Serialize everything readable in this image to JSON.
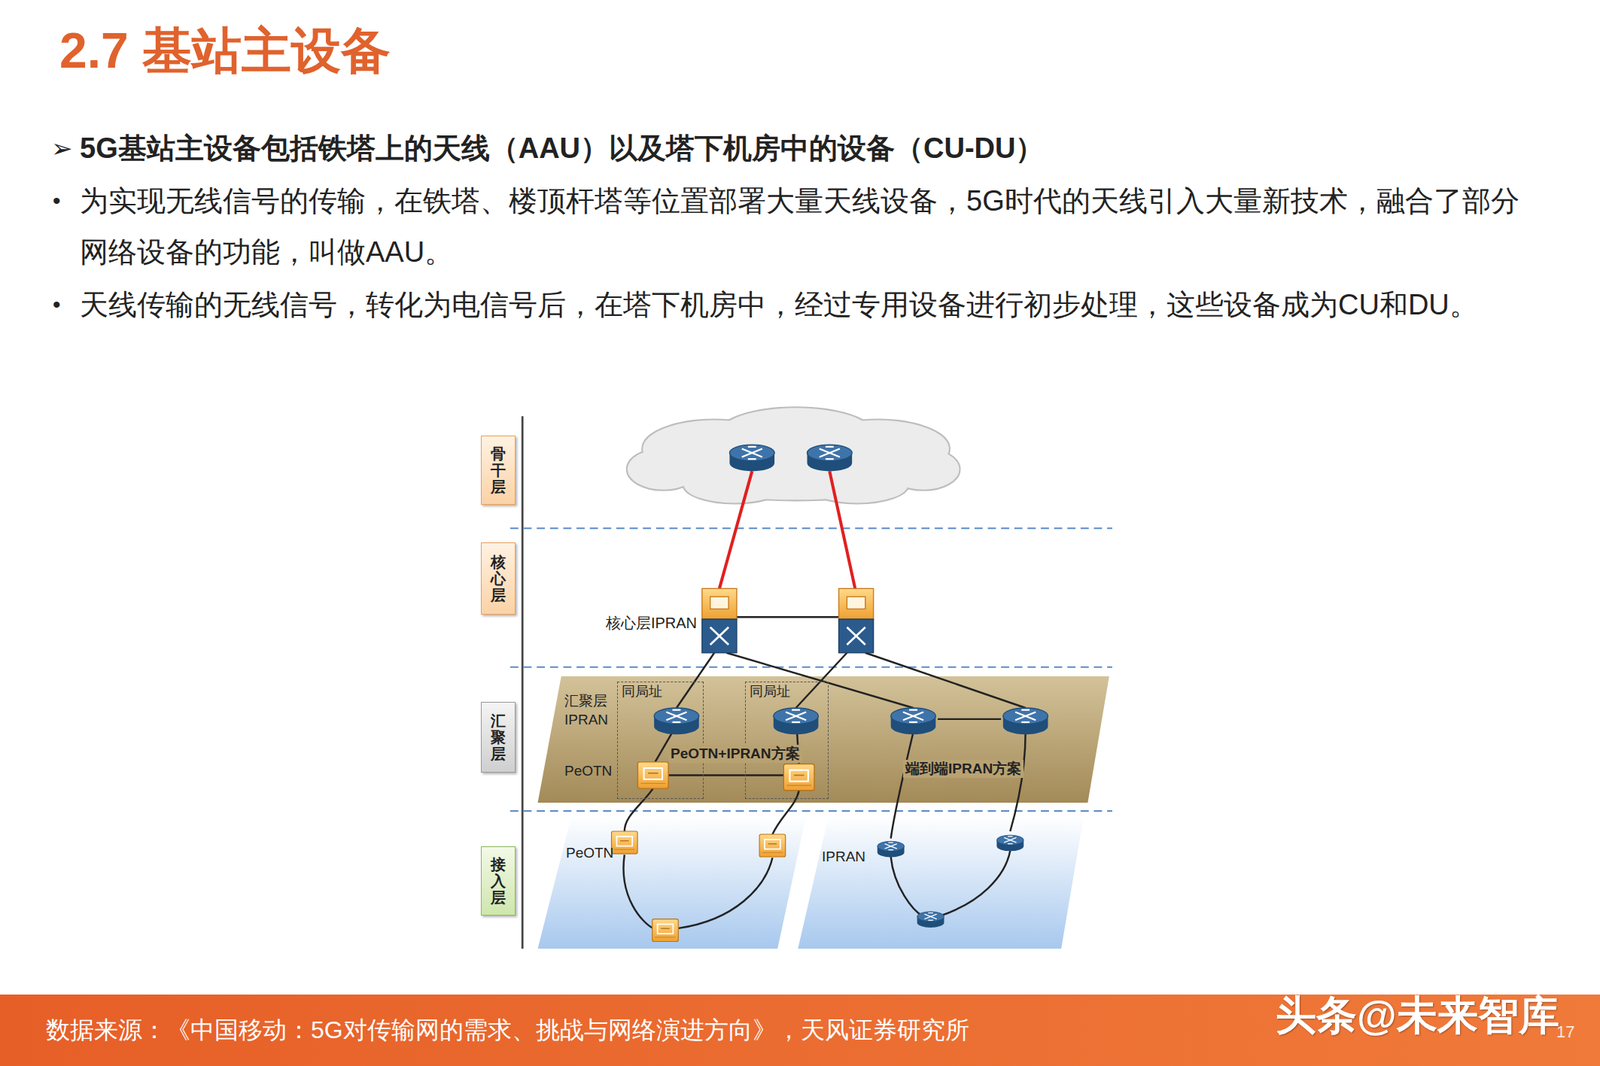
{
  "diagram": {
    "title": "2.7 基站主设备",
    "nodes": [
      {
        "text": [
          "骨干层"
        ]
      },
      {
        "text": [
          "核心层"
        ]
      },
      {
        "text": [
          "汇聚层"
        ]
      },
      {
        "text": [
          "接入层"
        ]
      },
      {
        "text": [
          "同局址"
        ]
      },
      {
        "text": [
          "同局址"
        ]
      },
      {
        "text": [
          "数据来源：《中国移动：5G对传输网的需求、挑战与网络演进方向》，天风证券研究所"
        ]
      }
    ],
    "labels": [
      "➢",
      "5G基站主设备包括铁塔上的天线（AAU）以及塔下机房中的设备（CU-DU）",
      "•",
      "为实现无线信号的传输，在铁塔、楼顶杆塔等位置部署大量天线设备，5G时代的天线引入大量新技术，融合了部分网络设备的功能，叫做AAU。",
      "•",
      "天线传输的无线信号，转化为电信号后，在塔下机房中，经过专用设备进行初步处理，这些设备成为CU和DU。",
      "核心层IPRAN",
      "汇聚层 IPRAN",
      "PeOTN",
      "PeOTN+IPRAN方案",
      "端到端IPRAN方案",
      "PeOTN",
      "IPRAN",
      "头条@未来智库",
      "17"
    ]
  }
}
